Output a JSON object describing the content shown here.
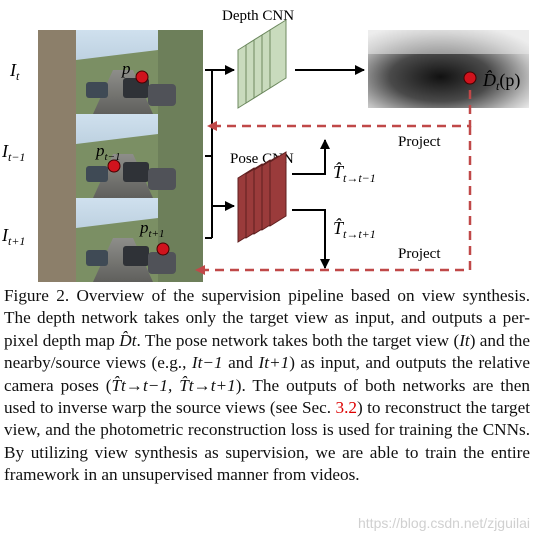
{
  "figure": {
    "depth_cnn_label": "Depth CNN",
    "pose_cnn_label": "Pose CNN",
    "project_top": "Project",
    "project_bottom": "Project",
    "input_labels": {
      "target": {
        "base": "I",
        "sub": "t"
      },
      "prev": {
        "base": "I",
        "sub": "t−1"
      },
      "next": {
        "base": "I",
        "sub": "t+1"
      }
    },
    "points": {
      "target": {
        "base": "p",
        "sub": ""
      },
      "prev": {
        "base": "p",
        "sub": "t−1"
      },
      "next": {
        "base": "p",
        "sub": "t+1"
      }
    },
    "depth_output": {
      "base": "D̂",
      "sub": "t",
      "arg": "(p)"
    },
    "pose_outputs": {
      "prev": {
        "base": "T̂",
        "sub": "t→t−1"
      },
      "next": {
        "base": "T̂",
        "sub": "t→t+1"
      }
    },
    "colors": {
      "depth_layer": "#c9dbbd",
      "depth_stroke": "#6e8a60",
      "pose_layer": "#9a3b3b",
      "pose_stroke": "#5e1f1f",
      "dashed_arrow": "#c04848",
      "point": "#d0131d"
    }
  },
  "caption": {
    "label": "Figure 2.",
    "text_1": "Overview of the supervision pipeline based on view synthesis. The depth network takes only the target view as input, and outputs a per-pixel depth map ",
    "math_depth": "D̂t",
    "text_2": ". The pose network takes both the target view (",
    "math_it": "It",
    "text_3": ") and the nearby/source views (e.g., ",
    "math_itm1": "It−1",
    "text_4": " and ",
    "math_itp1": "It+1",
    "text_5": ") as input, and outputs the relative camera poses (",
    "math_poses": "T̂t→t−1, T̂t→t+1",
    "text_6": "). The outputs of both networks are then used to inverse warp the source views (see Sec. ",
    "sec_ref": "3.2",
    "text_7": ") to reconstruct the target view, and the photometric reconstruction loss is used for training the CNNs. By utilizing view synthesis as supervision, we are able to train the entire framework in an unsupervised manner from videos."
  },
  "watermark": "https://blog.csdn.net/zjguilai"
}
